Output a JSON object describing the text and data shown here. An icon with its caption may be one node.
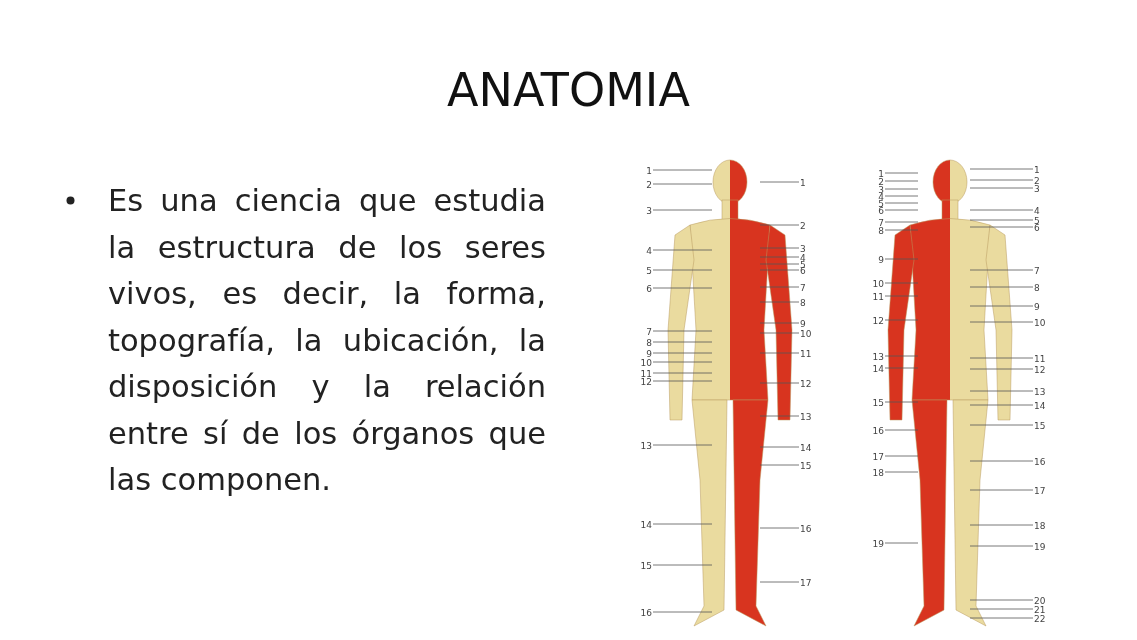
{
  "diagram": {
    "title": "ANATOMIA",
    "nodes": [
      {
        "text": [
          "1"
        ]
      },
      {
        "text": [
          "2"
        ]
      },
      {
        "text": [
          "3"
        ]
      },
      {
        "text": [
          "4"
        ]
      },
      {
        "text": [
          "5"
        ]
      },
      {
        "text": [
          "6"
        ]
      },
      {
        "text": [
          "7"
        ]
      },
      {
        "text": [
          "8"
        ]
      },
      {
        "text": [
          "9"
        ]
      },
      {
        "text": [
          "10"
        ]
      },
      {
        "text": [
          "11"
        ]
      },
      {
        "text": [
          "12"
        ]
      },
      {
        "text": [
          "13"
        ]
      },
      {
        "text": [
          "14"
        ]
      },
      {
        "text": [
          "15"
        ]
      },
      {
        "text": [
          "16"
        ]
      },
      {
        "text": [
          "1"
        ]
      },
      {
        "text": [
          "2"
        ]
      },
      {
        "text": [
          "3"
        ]
      },
      {
        "text": [
          "4"
        ]
      },
      {
        "text": [
          "5"
        ]
      },
      {
        "text": [
          "6"
        ]
      },
      {
        "text": [
          "7"
        ]
      },
      {
        "text": [
          "8"
        ]
      },
      {
        "text": [
          "9"
        ]
      },
      {
        "text": [
          "10"
        ]
      },
      {
        "text": [
          "11"
        ]
      },
      {
        "text": [
          "12"
        ]
      },
      {
        "text": [
          "13"
        ]
      },
      {
        "text": [
          "14"
        ]
      },
      {
        "text": [
          "15"
        ]
      },
      {
        "text": [
          "16"
        ]
      },
      {
        "text": [
          "17"
        ]
      },
      {
        "text": [
          "1"
        ]
      },
      {
        "text": [
          "2"
        ]
      },
      {
        "text": [
          "3"
        ]
      },
      {
        "text": [
          "4"
        ]
      },
      {
        "text": [
          "5"
        ]
      },
      {
        "text": [
          "6"
        ]
      },
      {
        "text": [
          "7"
        ]
      },
      {
        "text": [
          "8"
        ]
      },
      {
        "text": [
          "9"
        ]
      },
      {
        "text": [
          "10"
        ]
      },
      {
        "text": [
          "11"
        ]
      },
      {
        "text": [
          "12"
        ]
      },
      {
        "text": [
          "13"
        ]
      },
      {
        "text": [
          "14"
        ]
      },
      {
        "text": [
          "15"
        ]
      },
      {
        "text": [
          "16"
        ]
      },
      {
        "text": [
          "17"
        ]
      },
      {
        "text": [
          "18"
        ]
      },
      {
        "text": [
          "19"
        ]
      },
      {
        "text": [
          "1"
        ]
      },
      {
        "text": [
          "2"
        ]
      },
      {
        "text": [
          "3"
        ]
      },
      {
        "text": [
          "4"
        ]
      },
      {
        "text": [
          "5"
        ]
      },
      {
        "text": [
          "6"
        ]
      },
      {
        "text": [
          "7"
        ]
      },
      {
        "text": [
          "8"
        ]
      },
      {
        "text": [
          "9"
        ]
      },
      {
        "text": [
          "10"
        ]
      },
      {
        "text": [
          "11"
        ]
      },
      {
        "text": [
          "12"
        ]
      },
      {
        "text": [
          "13"
        ]
      },
      {
        "text": [
          "14"
        ]
      },
      {
        "text": [
          "15"
        ]
      },
      {
        "text": [
          "16"
        ]
      },
      {
        "text": [
          "17"
        ]
      },
      {
        "text": [
          "18"
        ]
      },
      {
        "text": [
          "19"
        ]
      },
      {
        "text": [
          "20"
        ]
      },
      {
        "text": [
          "21"
        ]
      },
      {
        "text": [
          "22"
        ]
      }
    ],
    "edges": [
      {
        "from": 0,
        "to": null,
        "arrow": "none"
      },
      {
        "from": 1,
        "to": null,
        "arrow": "none"
      },
      {
        "from": 2,
        "to": null,
        "arrow": "none"
      },
      {
        "from": 3,
        "to": null,
        "arrow": "none"
      },
      {
        "from": 4,
        "to": null,
        "arrow": "none"
      },
      {
        "from": 5,
        "to": null,
        "arrow": "none"
      },
      {
        "from": 6,
        "to": null,
        "arrow": "none"
      },
      {
        "from": 7,
        "to": null,
        "arrow": "none"
      },
      {
        "from": 8,
        "to": null,
        "arrow": "none"
      },
      {
        "from": 9,
        "to": null,
        "arrow": "none"
      },
      {
        "from": 10,
        "to": null,
        "arrow": "none"
      },
      {
        "from": 11,
        "to": null,
        "arrow": "none"
      },
      {
        "from": 12,
        "to": null,
        "arrow": "none"
      },
      {
        "from": 13,
        "to": null,
        "arrow": "none"
      },
      {
        "from": 14,
        "to": null,
        "arrow": "none"
      },
      {
        "from": 15,
        "to": null,
        "arrow": "none"
      },
      {
        "from": 16,
        "to": null,
        "arrow": "none"
      },
      {
        "from": 17,
        "to": null,
        "arrow": "none"
      },
      {
        "from": 18,
        "to": null,
        "arrow": "none"
      },
      {
        "from": 19,
        "to": null,
        "arrow": "none"
      },
      {
        "from": 20,
        "to": null,
        "arrow": "none"
      },
      {
        "from": 21,
        "to": null,
        "arrow": "none"
      },
      {
        "from": 22,
        "to": null,
        "arrow": "none"
      },
      {
        "from": 23,
        "to": null,
        "arrow": "none"
      },
      {
        "from": 24,
        "to": null,
        "arrow": "none"
      },
      {
        "from": 25,
        "to": null,
        "arrow": "none"
      },
      {
        "from": 26,
        "to": null,
        "arrow": "none"
      },
      {
        "from": 27,
        "to": null,
        "arrow": "none"
      },
      {
        "from": 28,
        "to": null,
        "arrow": "none"
      },
      {
        "from": 29,
        "to": null,
        "arrow": "none"
      },
      {
        "from": 30,
        "to": null,
        "arrow": "none"
      },
      {
        "from": 31,
        "to": null,
        "arrow": "none"
      },
      {
        "from": 32,
        "to": null,
        "arrow": "none"
      },
      {
        "from": 33,
        "to": null,
        "arrow": "none"
      },
      {
        "from": 34,
        "to": null,
        "arrow": "none"
      },
      {
        "from": 35,
        "to": null,
        "arrow": "none"
      },
      {
        "from": 36,
        "to": null,
        "arrow": "none"
      },
      {
        "from": 37,
        "to": null,
        "arrow": "none"
      },
      {
        "from": 38,
        "to": null,
        "arrow": "none"
      },
      {
        "from": 39,
        "to": null,
        "arrow": "none"
      },
      {
        "from": 40,
        "to": null,
        "arrow": "none"
      },
      {
        "from": 41,
        "to": null,
        "arrow": "none"
      },
      {
        "from": 42,
        "to": null,
        "arrow": "none"
      },
      {
        "from": 43,
        "to": null,
        "arrow": "none"
      },
      {
        "from": 44,
        "to": null,
        "arrow": "none"
      },
      {
        "from": 45,
        "to": null,
        "arrow": "none"
      },
      {
        "from": 46,
        "to": null,
        "arrow": "none"
      },
      {
        "from": 47,
        "to": null,
        "arrow": "none"
      },
      {
        "from": 48,
        "to": null,
        "arrow": "none"
      },
      {
        "from": 49,
        "to": null,
        "arrow": "none"
      },
      {
        "from": 50,
        "to": null,
        "arrow": "none"
      },
      {
        "from": 51,
        "to": null,
        "arrow": "none"
      },
      {
        "from": 52,
        "to": null,
        "arrow": "none"
      },
      {
        "from": 53,
        "to": null,
        "arrow": "none"
      },
      {
        "from": 54,
        "to": null,
        "arrow": "none"
      },
      {
        "from": 55,
        "to": null,
        "arrow": "none"
      },
      {
        "from": 56,
        "to": null,
        "arrow": "none"
      },
      {
        "from": 57,
        "to": null,
        "arrow": "none"
      },
      {
        "from": 58,
        "to": null,
        "arrow": "none"
      },
      {
        "from": 59,
        "to": null,
        "arrow": "none"
      },
      {
        "from": 60,
        "to": null,
        "arrow": "none"
      },
      {
        "from": 61,
        "to": null,
        "arrow": "none"
      },
      {
        "from": 62,
        "to": null,
        "arrow": "none"
      },
      {
        "from": 63,
        "to": null,
        "arrow": "none"
      },
      {
        "from": 64,
        "to": null,
        "arrow": "none"
      },
      {
        "from": 65,
        "to": null,
        "arrow": "none"
      },
      {
        "from": 66,
        "to": null,
        "arrow": "none"
      },
      {
        "from": 67,
        "to": null,
        "arrow": "none"
      },
      {
        "from": 68,
        "to": null,
        "arrow": "none"
      },
      {
        "from": 69,
        "to": null,
        "arrow": "none"
      },
      {
        "from": 70,
        "to": null,
        "arrow": "none"
      },
      {
        "from": 71,
        "to": null,
        "arrow": "none"
      },
      {
        "from": 72,
        "to": null,
        "arrow": "none"
      },
      {
        "from": 73,
        "to": null,
        "arrow": "none"
      }
    ],
    "labels": [
      "Es una ciencia que estudia la estructura de los seres vivos, es decir, la forma, topografía, la ubicación, la disposición y la relación entre sí de los órganos que las componen."
    ]
  }
}
